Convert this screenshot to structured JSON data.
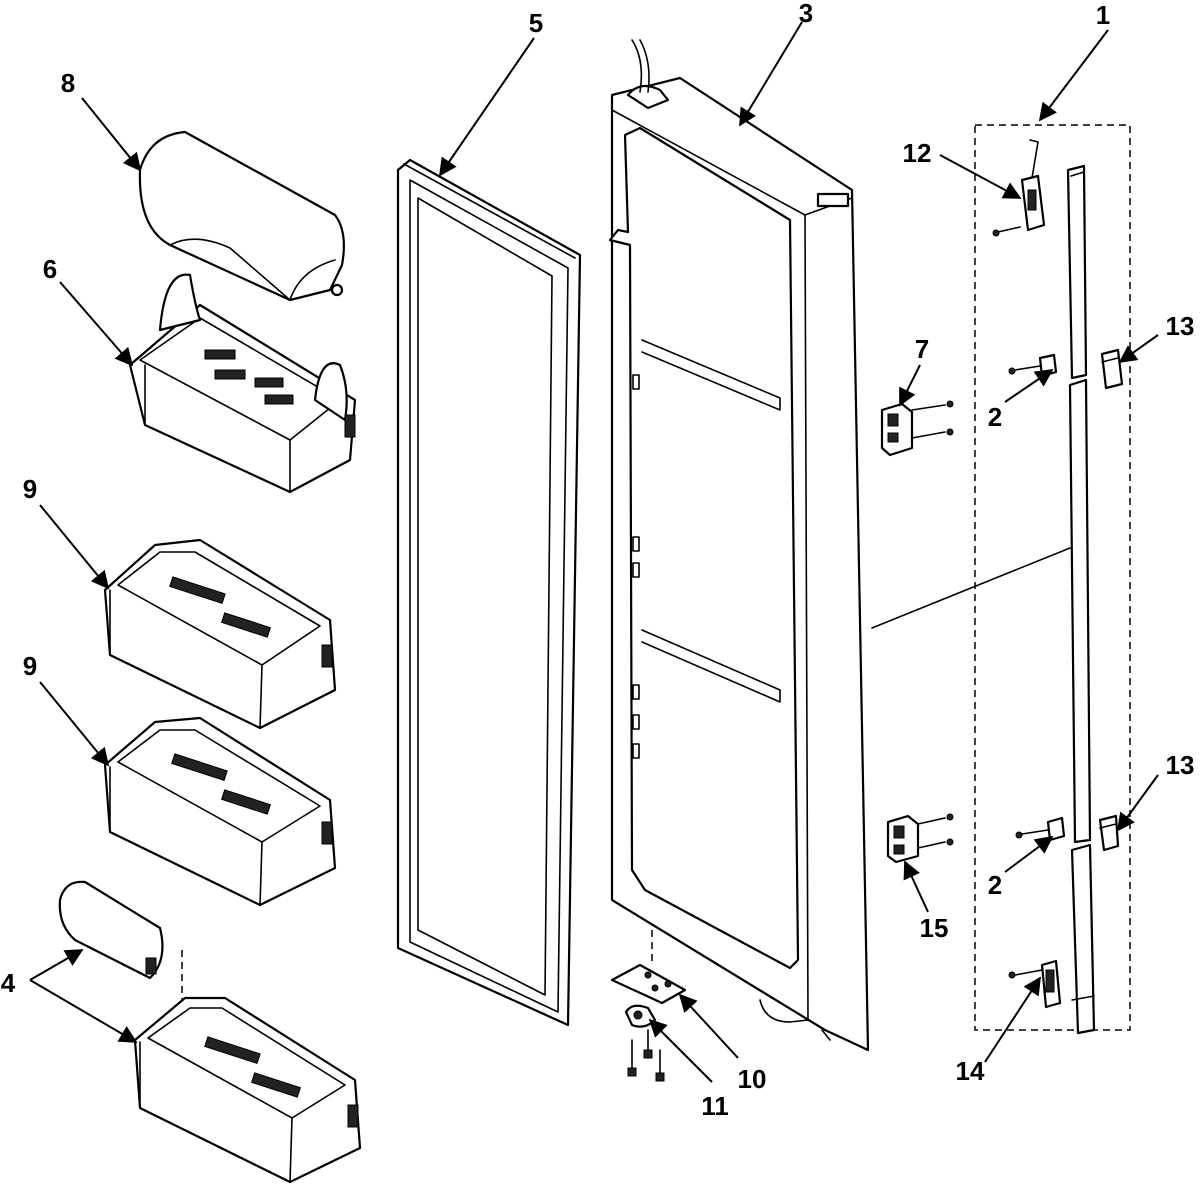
{
  "callouts": [
    {
      "id": "c1",
      "text": "1"
    },
    {
      "id": "c2a",
      "text": "2"
    },
    {
      "id": "c2b",
      "text": "2"
    },
    {
      "id": "c3",
      "text": "3"
    },
    {
      "id": "c4",
      "text": "4"
    },
    {
      "id": "c5",
      "text": "5"
    },
    {
      "id": "c6",
      "text": "6"
    },
    {
      "id": "c7",
      "text": "7"
    },
    {
      "id": "c8",
      "text": "8"
    },
    {
      "id": "c9a",
      "text": "9"
    },
    {
      "id": "c9b",
      "text": "9"
    },
    {
      "id": "c10",
      "text": "10"
    },
    {
      "id": "c11",
      "text": "11"
    },
    {
      "id": "c12",
      "text": "12"
    },
    {
      "id": "c13a",
      "text": "13"
    },
    {
      "id": "c13b",
      "text": "13"
    },
    {
      "id": "c14",
      "text": "14"
    },
    {
      "id": "c15",
      "text": "15"
    }
  ],
  "colors": {
    "line": "#000000",
    "background": "#ffffff"
  }
}
